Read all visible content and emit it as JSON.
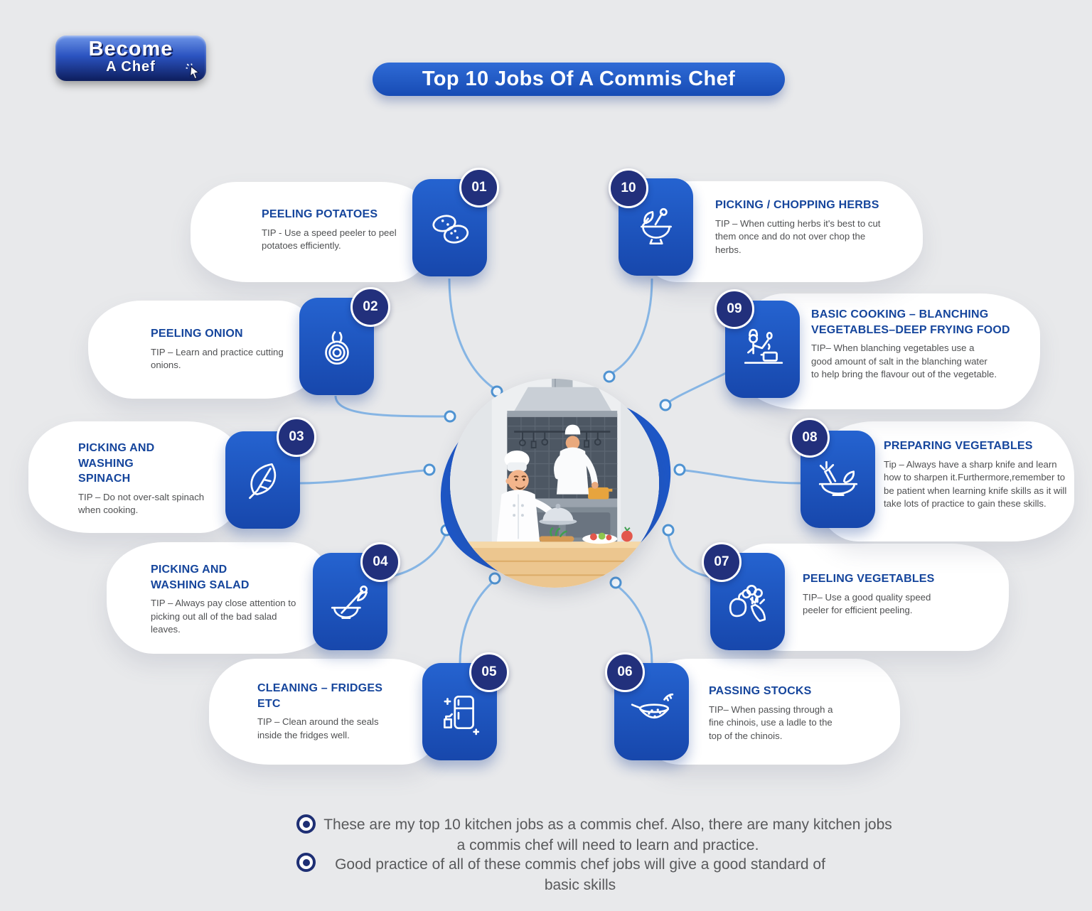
{
  "logo": {
    "line1": "Become",
    "line2": "A Chef",
    "icon": "cursor-click-icon"
  },
  "title": "Top 10 Jobs Of A Commis Chef",
  "items": [
    {
      "number": "01",
      "title": "PEELING POTATOES",
      "tip": "TIP - Use a speed peeler to peel potatoes efficiently.",
      "icon": "potatoes-icon"
    },
    {
      "number": "02",
      "title": "PEELING ONION",
      "tip": "TIP – Learn and practice cutting onions.",
      "icon": "onion-icon"
    },
    {
      "number": "03",
      "title": "PICKING AND WASHING SPINACH",
      "tip": "TIP – Do not over-salt spinach when cooking.",
      "icon": "spinach-leaf-icon"
    },
    {
      "number": "04",
      "title": "PICKING AND WASHING SALAD",
      "tip": "TIP – Always pay close attention to picking out all of the bad salad leaves.",
      "icon": "salad-bowl-icon"
    },
    {
      "number": "05",
      "title": "CLEANING – FRIDGES ETC",
      "tip": "TIP – Clean around the seals inside the fridges well.",
      "icon": "fridge-icon"
    },
    {
      "number": "06",
      "title": "PASSING STOCKS",
      "tip": "TIP– When passing through a fine chinois, use a ladle to the top of the chinois.",
      "icon": "chinois-strainer-icon"
    },
    {
      "number": "07",
      "title": "PEELING VEGETABLES",
      "tip": "TIP– Use a good quality speed peeler for efficient peeling.",
      "icon": "vegetables-icon"
    },
    {
      "number": "08",
      "title": "PREPARING VEGETABLES",
      "tip": "Tip – Always have a sharp knife and learn how to sharpen it.Furthermore,remember to be patient when learning knife skills as it will take lots of practice to gain these skills.",
      "icon": "vegetable-bowl-icon"
    },
    {
      "number": "09",
      "title": "BASIC COOKING – BLANCHING VEGETABLES–DEEP FRYING FOOD",
      "tip": "TIP– When blanching vegetables use a good amount of salt in the blanching water to help bring the flavour out of the vegetable.",
      "icon": "chef-cooking-icon"
    },
    {
      "number": "10",
      "title": "PICKING / CHOPPING HERBS",
      "tip": "TIP – When cutting herbs it's best to cut them once and do not over chop the herbs.",
      "icon": "mortar-herbs-icon"
    }
  ],
  "footer": {
    "bullet1": "These are my top 10 kitchen jobs as a commis chef. Also, there are many kitchen jobs a commis chef will need to learn and practice.",
    "bullet2": "Good practice of all of these commis chef jobs will give a good standard of basic skills"
  },
  "colors": {
    "background": "#e8e9eb",
    "primary_blue": "#1d57c8",
    "badge_navy": "#22307c",
    "heading_blue": "#15459c",
    "tip_gray": "#4f5052",
    "connector_blue": "#86b5e4"
  }
}
